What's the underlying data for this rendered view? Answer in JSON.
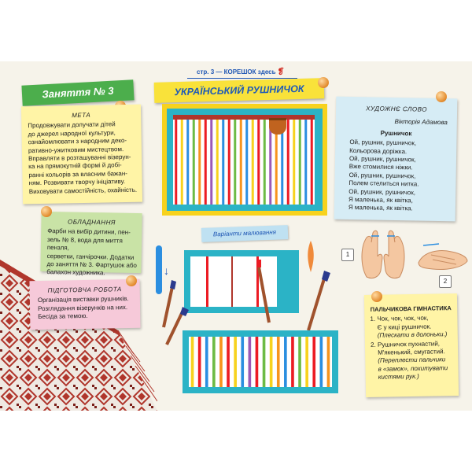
{
  "header_strip": {
    "page_label": "стр. 3",
    "spine_label": "— КОРЕШОК здесь"
  },
  "title": "УКРАЇНСЬКИЙ РУШНИЧОК",
  "lesson": "Заняття № 3",
  "goal": {
    "heading": "МЕТА",
    "text": "Продовжувати долучати дітей\nдо джерел народної культури,\nознайомлювати з народним деко-\nративно-ужитковим мистецтвом.\nВправляти в розташуванні візерун-\nка на прямокутній формі й добі-\nранні кольорів за власним бажан-\nням. Розвивати творчу ініціативу.\nВиховувати самостійність, охайність."
  },
  "equipment": {
    "heading": "ОБЛАДНАННЯ",
    "text": "Фарби на вибір дитини, пен-\nзель № 8, вода для миття пензля,\nсерветки, ганчірочки. Додатки\nдо заняття № 3. Фартушок або\nбалахон художника."
  },
  "prep": {
    "heading": "ПІДГОТОВЧА РОБОТА",
    "text": "Організація виставки рушників.\nРозглядання візерунків на них.\nБесіда за темою."
  },
  "art_word": {
    "heading": "ХУДОЖНЄ СЛОВО",
    "author": "Вікторія Адамова",
    "poem_title": "Рушничок",
    "lines": [
      "Ой, рушник, рушничок,",
      "Кольорова доріжка.",
      "Ой, рушник, рушничок,",
      "Вже стомилися ніжки.",
      "Ой, рушник, рушничок,",
      "Полем стелиться нитка.",
      "Ой, рушник, рушничок,",
      "Я маленька, як квітка,",
      "Я маленька, як квітка."
    ]
  },
  "variants_label": "Варіанти малювання",
  "steps": [
    "1",
    "2"
  ],
  "finger_gym": {
    "heading": "ПАЛЬЧИКОВА ГІМНАСТИКА",
    "items": [
      {
        "text": "Чок, чок, чок, чок,\nЄ у киці рушничок.",
        "note": "(Плескати в долоньки.)"
      },
      {
        "text": "Рушничок пухнастий,\nМ'якенький, смугастий.",
        "note": "(Переплести пальчики\nв «замок», похитувати\nкистями рук.)"
      }
    ]
  },
  "colors": {
    "teal": "#2bb3c6",
    "yellow_note": "#fff4a6",
    "green_note": "#c9e3a6",
    "pink_note": "#f6c9d9",
    "cream_note": "#fff6d8",
    "blue_note": "#d6ecf5",
    "lesson_green": "#4cae4c",
    "title_yellow": "#f9e23a",
    "title_blue": "#1e5ab8",
    "towel_red": "#b0362c"
  },
  "stripes": {
    "main": [
      "#ec1c24",
      "#f7d21d",
      "#2b8ee0",
      "#6dbb45",
      "#f7941d",
      "#ec1c24",
      "#9b59b6",
      "#f7d21d",
      "#2b8ee0",
      "#ec1c24",
      "#6dbb45",
      "#f7941d",
      "#2b8ee0",
      "#f7d21d",
      "#ec1c24",
      "#6dbb45",
      "#9b59b6",
      "#f7941d",
      "#2b8ee0",
      "#ec1c24",
      "#f7d21d",
      "#6dbb45",
      "#2b8ee0",
      "#ec1c24"
    ],
    "bottom": [
      "#f7d21d",
      "#ec1c24",
      "#2b8ee0",
      "#6dbb45",
      "#f7941d",
      "#ec1c24",
      "#f7d21d",
      "#2b8ee0",
      "#9b59b6",
      "#ec1c24",
      "#6dbb45",
      "#f7d21d",
      "#f7941d",
      "#2b8ee0",
      "#ec1c24",
      "#6dbb45",
      "#f7d21d",
      "#ec1c24",
      "#2b8ee0",
      "#f7941d"
    ]
  }
}
